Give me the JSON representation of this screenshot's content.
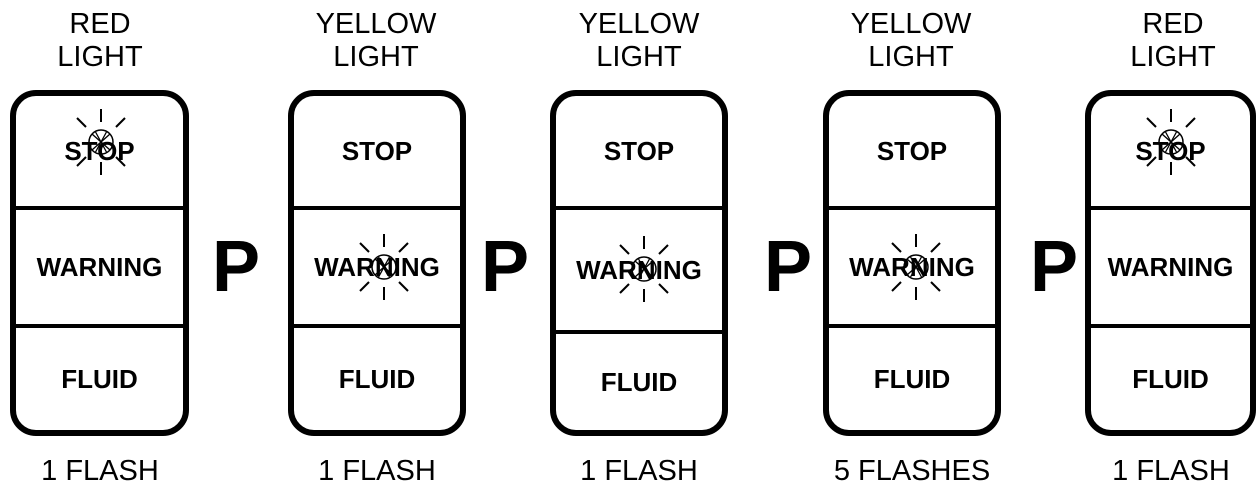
{
  "indicators": [
    {
      "light": "RED\nLIGHT",
      "stop": "STOP",
      "warning": "WARNING",
      "fluid": "FLUID",
      "flashes": "1 FLASH",
      "lit": "stop"
    },
    {
      "light": "YELLOW\nLIGHT",
      "stop": "STOP",
      "warning": "WARNING",
      "fluid": "FLUID",
      "flashes": "1 FLASH",
      "lit": "warning"
    },
    {
      "light": "YELLOW\nLIGHT",
      "stop": "STOP",
      "warning": "WARNING",
      "fluid": "FLUID",
      "flashes": "1 FLASH",
      "lit": "warning"
    },
    {
      "light": "YELLOW\nLIGHT",
      "stop": "STOP",
      "warning": "WARNING",
      "fluid": "FLUID",
      "flashes": "5 FLASHES",
      "lit": "warning"
    },
    {
      "light": "RED\nLIGHT",
      "stop": "STOP",
      "warning": "WARNING",
      "fluid": "FLUID",
      "flashes": "1 FLASH",
      "lit": "stop"
    }
  ],
  "separators": [
    "P",
    "P",
    "P",
    "P"
  ]
}
